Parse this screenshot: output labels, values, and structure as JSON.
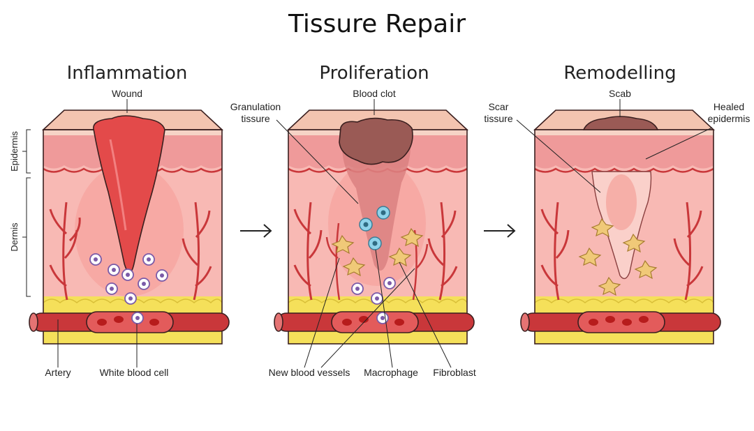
{
  "title": "Tissure Repair",
  "stages": [
    "Inflammation",
    "Proliferation",
    "Remodelling"
  ],
  "side_labels": {
    "epidermis": "Epidermis",
    "dermis": "Dermis"
  },
  "labels": {
    "wound": "Wound",
    "blood_clot": "Blood clot",
    "scab": "Scab",
    "granulation_1": "Granulation",
    "granulation_2": "tissure",
    "scar_1": "Scar",
    "scar_2": "tissure",
    "healed_1": "Healed",
    "healed_2": "epidermis",
    "artery": "Artery",
    "wbc": "White blood cell",
    "new_vessels": "New blood vessels",
    "macrophage": "Macrophage",
    "fibroblast": "Fibroblast"
  },
  "colors": {
    "surface": "#f3c4b0",
    "epidermis": "#ef9a9a",
    "dermis": "#f8b9b4",
    "fat": "#f5e05a",
    "wound": "#e34a4a",
    "clot": "#9a5a55",
    "vessel": "#c9373a",
    "wbc": "#7b5ba8",
    "macrophage": "#8fd3ea",
    "fibroblast": "#f0c978"
  }
}
